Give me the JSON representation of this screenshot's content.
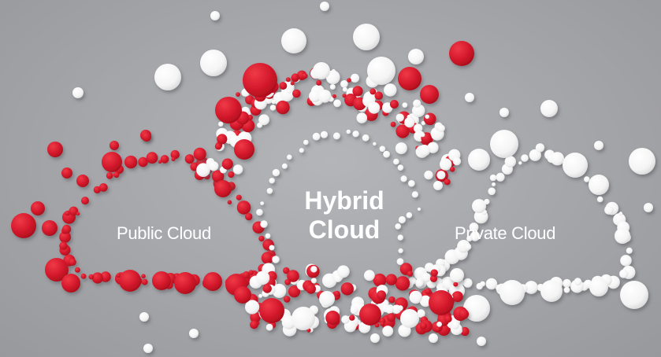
{
  "diagram": {
    "clouds": [
      {
        "key": "public",
        "label": "Public Cloud",
        "dot_colors": [
          "#d4192c",
          "#b8101f",
          "#e42a38"
        ]
      },
      {
        "key": "hybrid",
        "label_lines": [
          "Hybrid",
          "Cloud"
        ],
        "dot_colors": [
          "#d4192c",
          "#f3f3f3",
          "#ffffff",
          "#b8101f"
        ]
      },
      {
        "key": "private",
        "label": "Private Cloud",
        "dot_colors": [
          "#ffffff",
          "#f1f1f1",
          "#e6e6e6"
        ]
      }
    ],
    "colors": {
      "background": "#a8a9ad",
      "red": "#d4192c",
      "white": "#ffffff",
      "label_text": "#ffffff"
    }
  }
}
